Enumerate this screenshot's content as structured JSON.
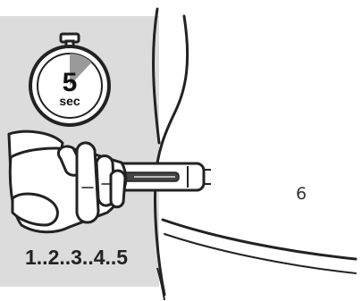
{
  "timer": {
    "value": "5",
    "unit": "sec",
    "elapsed_fraction": 0.12
  },
  "count_label": "1..2..3..4..5",
  "step_number": "6",
  "colors": {
    "panel": "#dcdcdc",
    "line": "#222222",
    "dial_highlight": "#9a9a9a"
  }
}
